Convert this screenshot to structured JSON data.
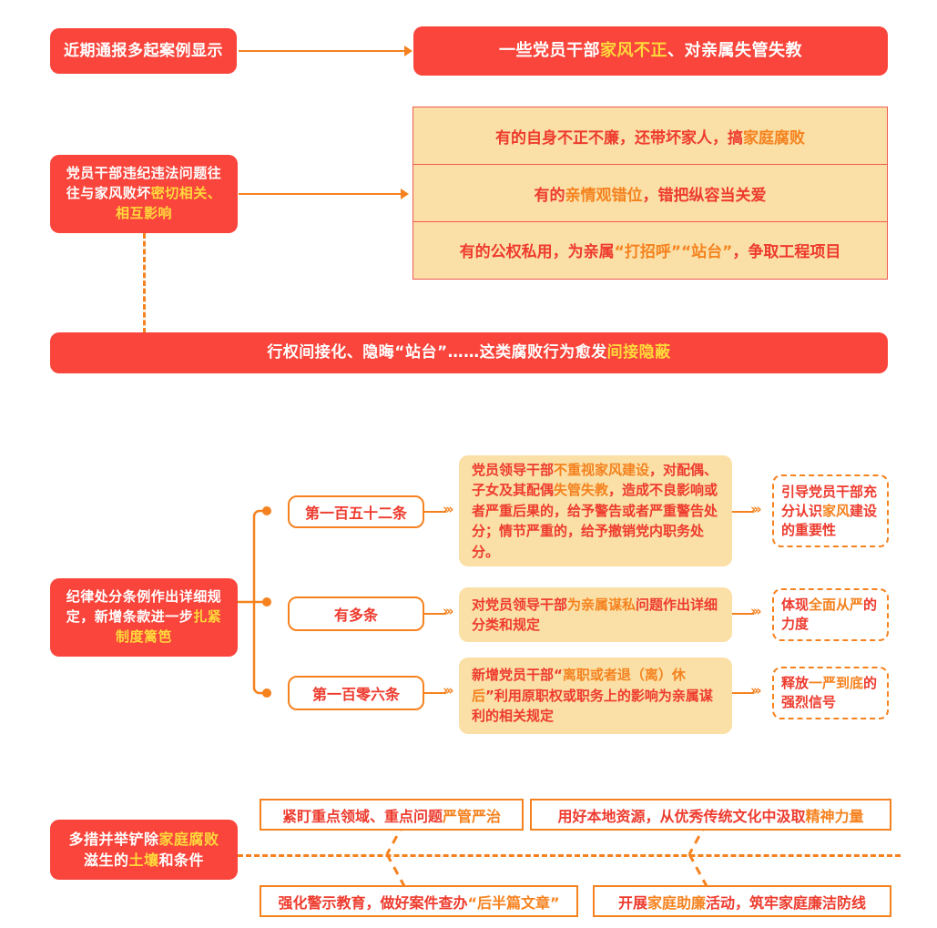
{
  "meta": {
    "title": "家风建设与家庭腐败治理信息图",
    "colors": {
      "red": "#F9453B",
      "orange": "#F5821F",
      "yellow": "#FFD93B",
      "beige": "#FAE0A6",
      "text_red": "#EE3B2E",
      "white": "#FFFFFF"
    }
  },
  "section1": {
    "source_box": {
      "text": "近期通报多起案例显示"
    },
    "result_box": {
      "text_plain": "一些党员干部家风不正、对亲属失管失教",
      "part1": "一些党员干部",
      "highlight": "家风不正",
      "part2": "、对亲属失管失教"
    }
  },
  "section2": {
    "left_box": {
      "text_plain": "党员干部违纪违法问题往往与家风败坏密切相关、相互影响",
      "part1": "党员干部违纪违法问题往往与家风败坏",
      "highlight": "密切相关、相互影响"
    },
    "rows": [
      {
        "text_plain": "有的自身不正不廉，还带坏家人，搞家庭腐败",
        "part1": "有的自身不正不廉，还带坏家人，搞",
        "highlight": "家庭腐败",
        "part2": ""
      },
      {
        "text_plain": "有的亲情观错位，错把纵容当关爱",
        "part1": "有的",
        "highlight": "亲情观错位",
        "part2": "，错把纵容当关爱"
      },
      {
        "text_plain": "有的公权私用，为亲属“打招呼”“站台”，争取工程项目",
        "part1": "有的公权私用，为亲属",
        "highlight": "“打招呼”“站台”",
        "part2": "，争取工程项目"
      }
    ],
    "summary_bar": {
      "text_plain": "行权间接化、隐晦“站台”……这类腐败行为愈发间接隐蔽",
      "part1": "行权间接化、隐晦“站台”……这类腐败行为愈发",
      "highlight": "间接隐蔽"
    }
  },
  "section3": {
    "left_box": {
      "text_plain": "纪律处分条例作出详细规定，新增条款进一步扎紧制度篱笆",
      "part1": "纪律处分条例作出详细规定，新增条款进一步",
      "highlight": "扎紧制度篱笆"
    },
    "branches": [
      {
        "label": "第一百五十二条",
        "detail_plain": "党员领导干部不重视家风建设，对配偶、子女及其配偶失管失教，造成不良影响或者严重后果的，给予警告或者严重警告处分；情节严重的，给予撤销党内职务处分。",
        "detail_part1": "党员领导干部",
        "detail_hl1": "不重视家风建设",
        "detail_part2": "，对配偶、子女及其配偶",
        "detail_hl2": "失管失教",
        "detail_part3": "，造成不良影响或者严重后果的，给予警告或者严重警告处分；情节严重的，给予撤销党内职务处分。",
        "outcome_plain": "引导党员干部充分认识家风建设的重要性",
        "outcome_part1": "引导党员干部充分认识",
        "outcome_hl": "家风",
        "outcome_part2": "建设的重要性"
      },
      {
        "label": "有多条",
        "detail_plain": "对党员领导干部为亲属谋私问题作出详细分类和规定",
        "detail_part1": "对党员领导干部",
        "detail_hl1": "为亲属谋私",
        "detail_part2": "问题作出详细分类和规定",
        "detail_hl2": "",
        "detail_part3": "",
        "outcome_plain": "体现全面从严的力度",
        "outcome_part1": "体现",
        "outcome_hl": "全面从严",
        "outcome_part2": "的力度"
      },
      {
        "label": "第一百零六条",
        "detail_plain": "新增党员干部“离职或者退（离）休后”利用原职权或职务上的影响为亲属谋利的相关规定",
        "detail_part1": "新增党员干部“",
        "detail_hl1": "离职或者退（离）休后",
        "detail_part2": "”利用原职权或职务上的影响为亲属谋利的相关规定",
        "detail_hl2": "",
        "detail_part3": "",
        "outcome_plain": "释放一严到底的强烈信号",
        "outcome_part1": "释放",
        "outcome_hl": "一严到底",
        "outcome_part2": "的强烈信号"
      }
    ]
  },
  "section4": {
    "left_box": {
      "text_plain": "多措并举铲除家庭腐败滋生的土壤和条件",
      "line1_part1": "多措并举铲除",
      "line1_hl": "家庭腐败",
      "line2_part1": "滋生的",
      "line2_hl": "土壤",
      "line2_part2": "和条件"
    },
    "measures": [
      {
        "text_plain": "紧盯重点领域、重点问题严管严治",
        "part1": "紧盯重点领域、重点问题",
        "highlight": "严管严治",
        "part2": ""
      },
      {
        "text_plain": "用好本地资源，从优秀传统文化中汲取精神力量",
        "part1": "用好本地资源，从优秀传统文化中汲取",
        "highlight": "精神力量",
        "part2": ""
      },
      {
        "text_plain": "强化警示教育，做好案件查办“后半篇文章”",
        "part1": "强化警示教育，做好案件查办",
        "highlight": "“后半篇文章”",
        "part2": ""
      },
      {
        "text_plain": "开展家庭助廉活动，筑牢家庭廉洁防线",
        "part1": "开展",
        "highlight": "家庭助廉",
        "part2": "活动，筑牢家庭廉洁防线"
      }
    ]
  },
  "icons": {
    "arrow_right": "arrow-right-icon",
    "triple_chevron": "triple-chevron-icon",
    "node_dot": "node-dot-icon"
  }
}
